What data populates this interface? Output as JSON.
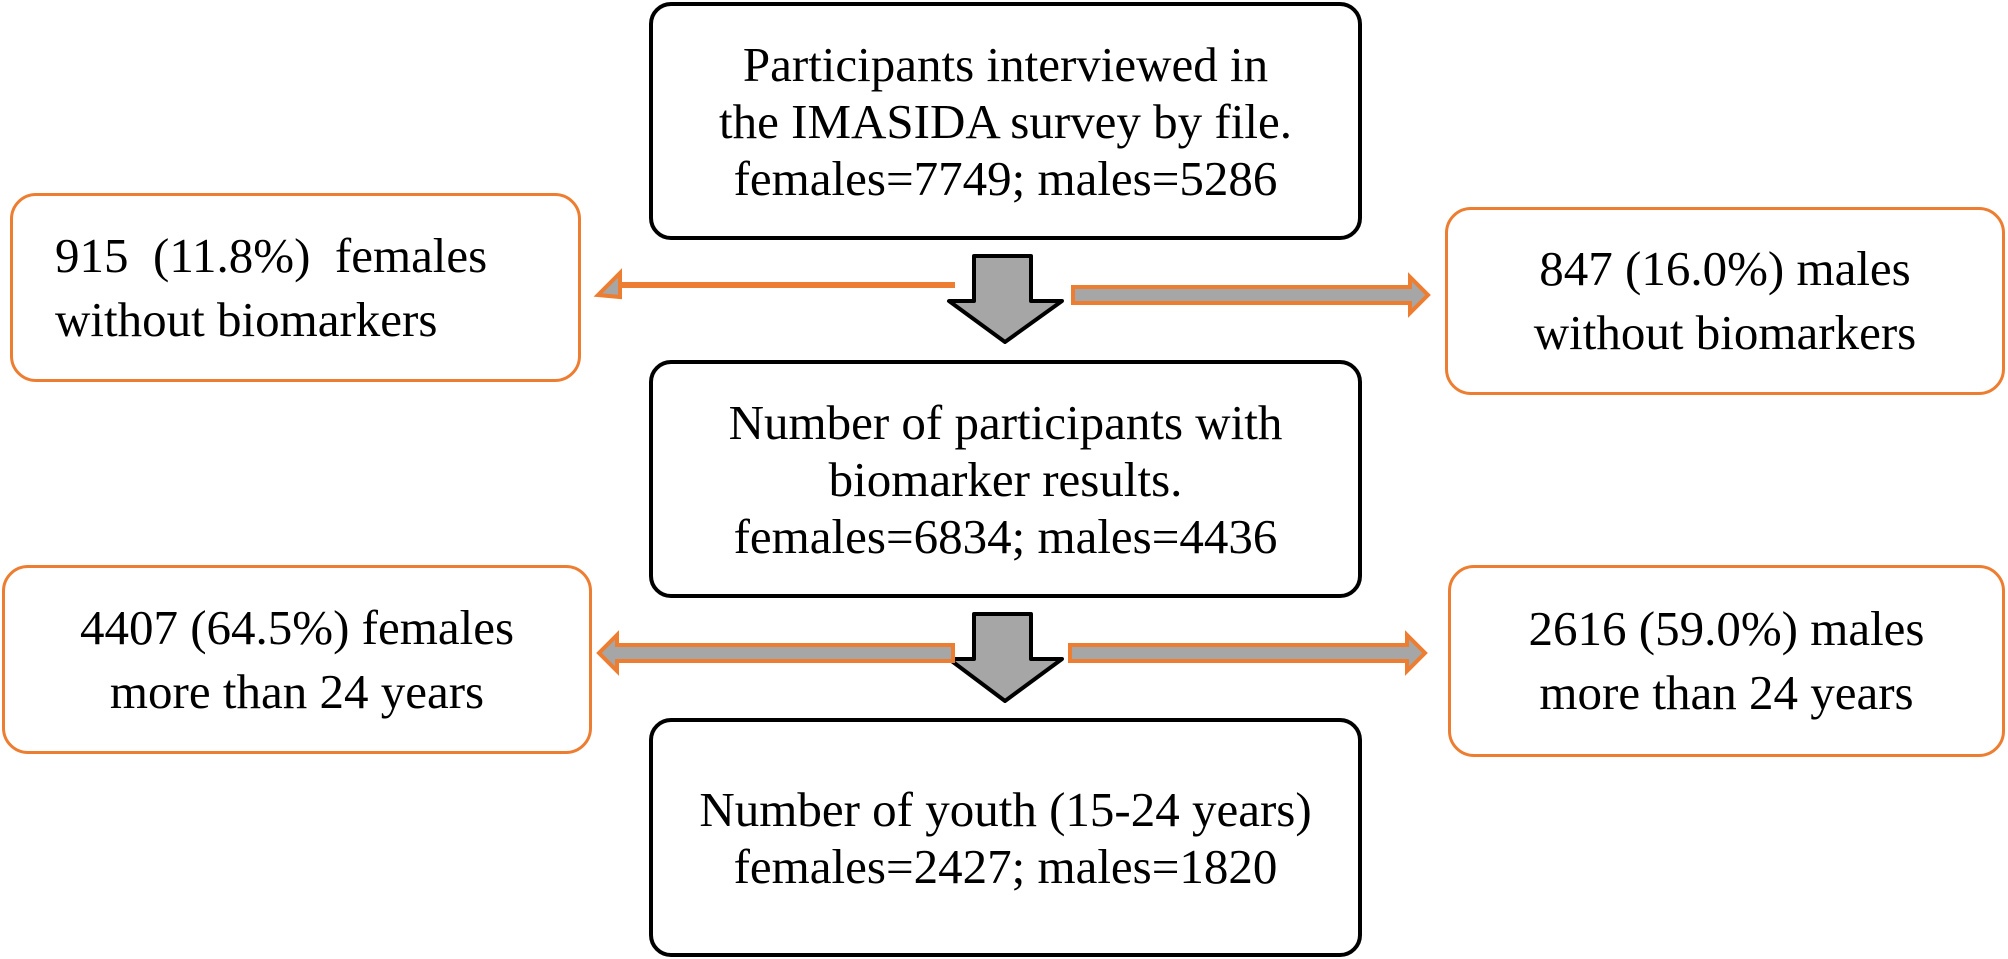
{
  "flowchart": {
    "main_boxes": [
      {
        "lines": [
          "Participants interviewed in",
          "the IMASIDA survey by file.",
          "females=7749; males=5286"
        ]
      },
      {
        "lines": [
          "Number of participants with",
          "biomarker results.",
          "females=6834; males=4436"
        ]
      },
      {
        "lines": [
          "Number of youth (15-24 years)",
          "females=2427; males=1820"
        ]
      }
    ],
    "exclusions": {
      "step1_females": {
        "lines": [
          "915  (11.8%)  females",
          "without biomarkers"
        ]
      },
      "step1_males": {
        "lines": [
          "847 (16.0%) males",
          "without biomarkers"
        ]
      },
      "step2_females": {
        "lines": [
          "4407 (64.5%) females",
          "more than 24 years"
        ]
      },
      "step2_males": {
        "lines": [
          "2616 (59.0%) males",
          "more than 24 years"
        ]
      }
    }
  },
  "colors": {
    "main_border": "#000000",
    "side_border": "#ED7D31",
    "arrow_fill": "#A6A6A6",
    "arrow_outline": "#ED7D31",
    "down_arrow_fill": "#A6A6A6",
    "down_arrow_outline": "#000000"
  }
}
